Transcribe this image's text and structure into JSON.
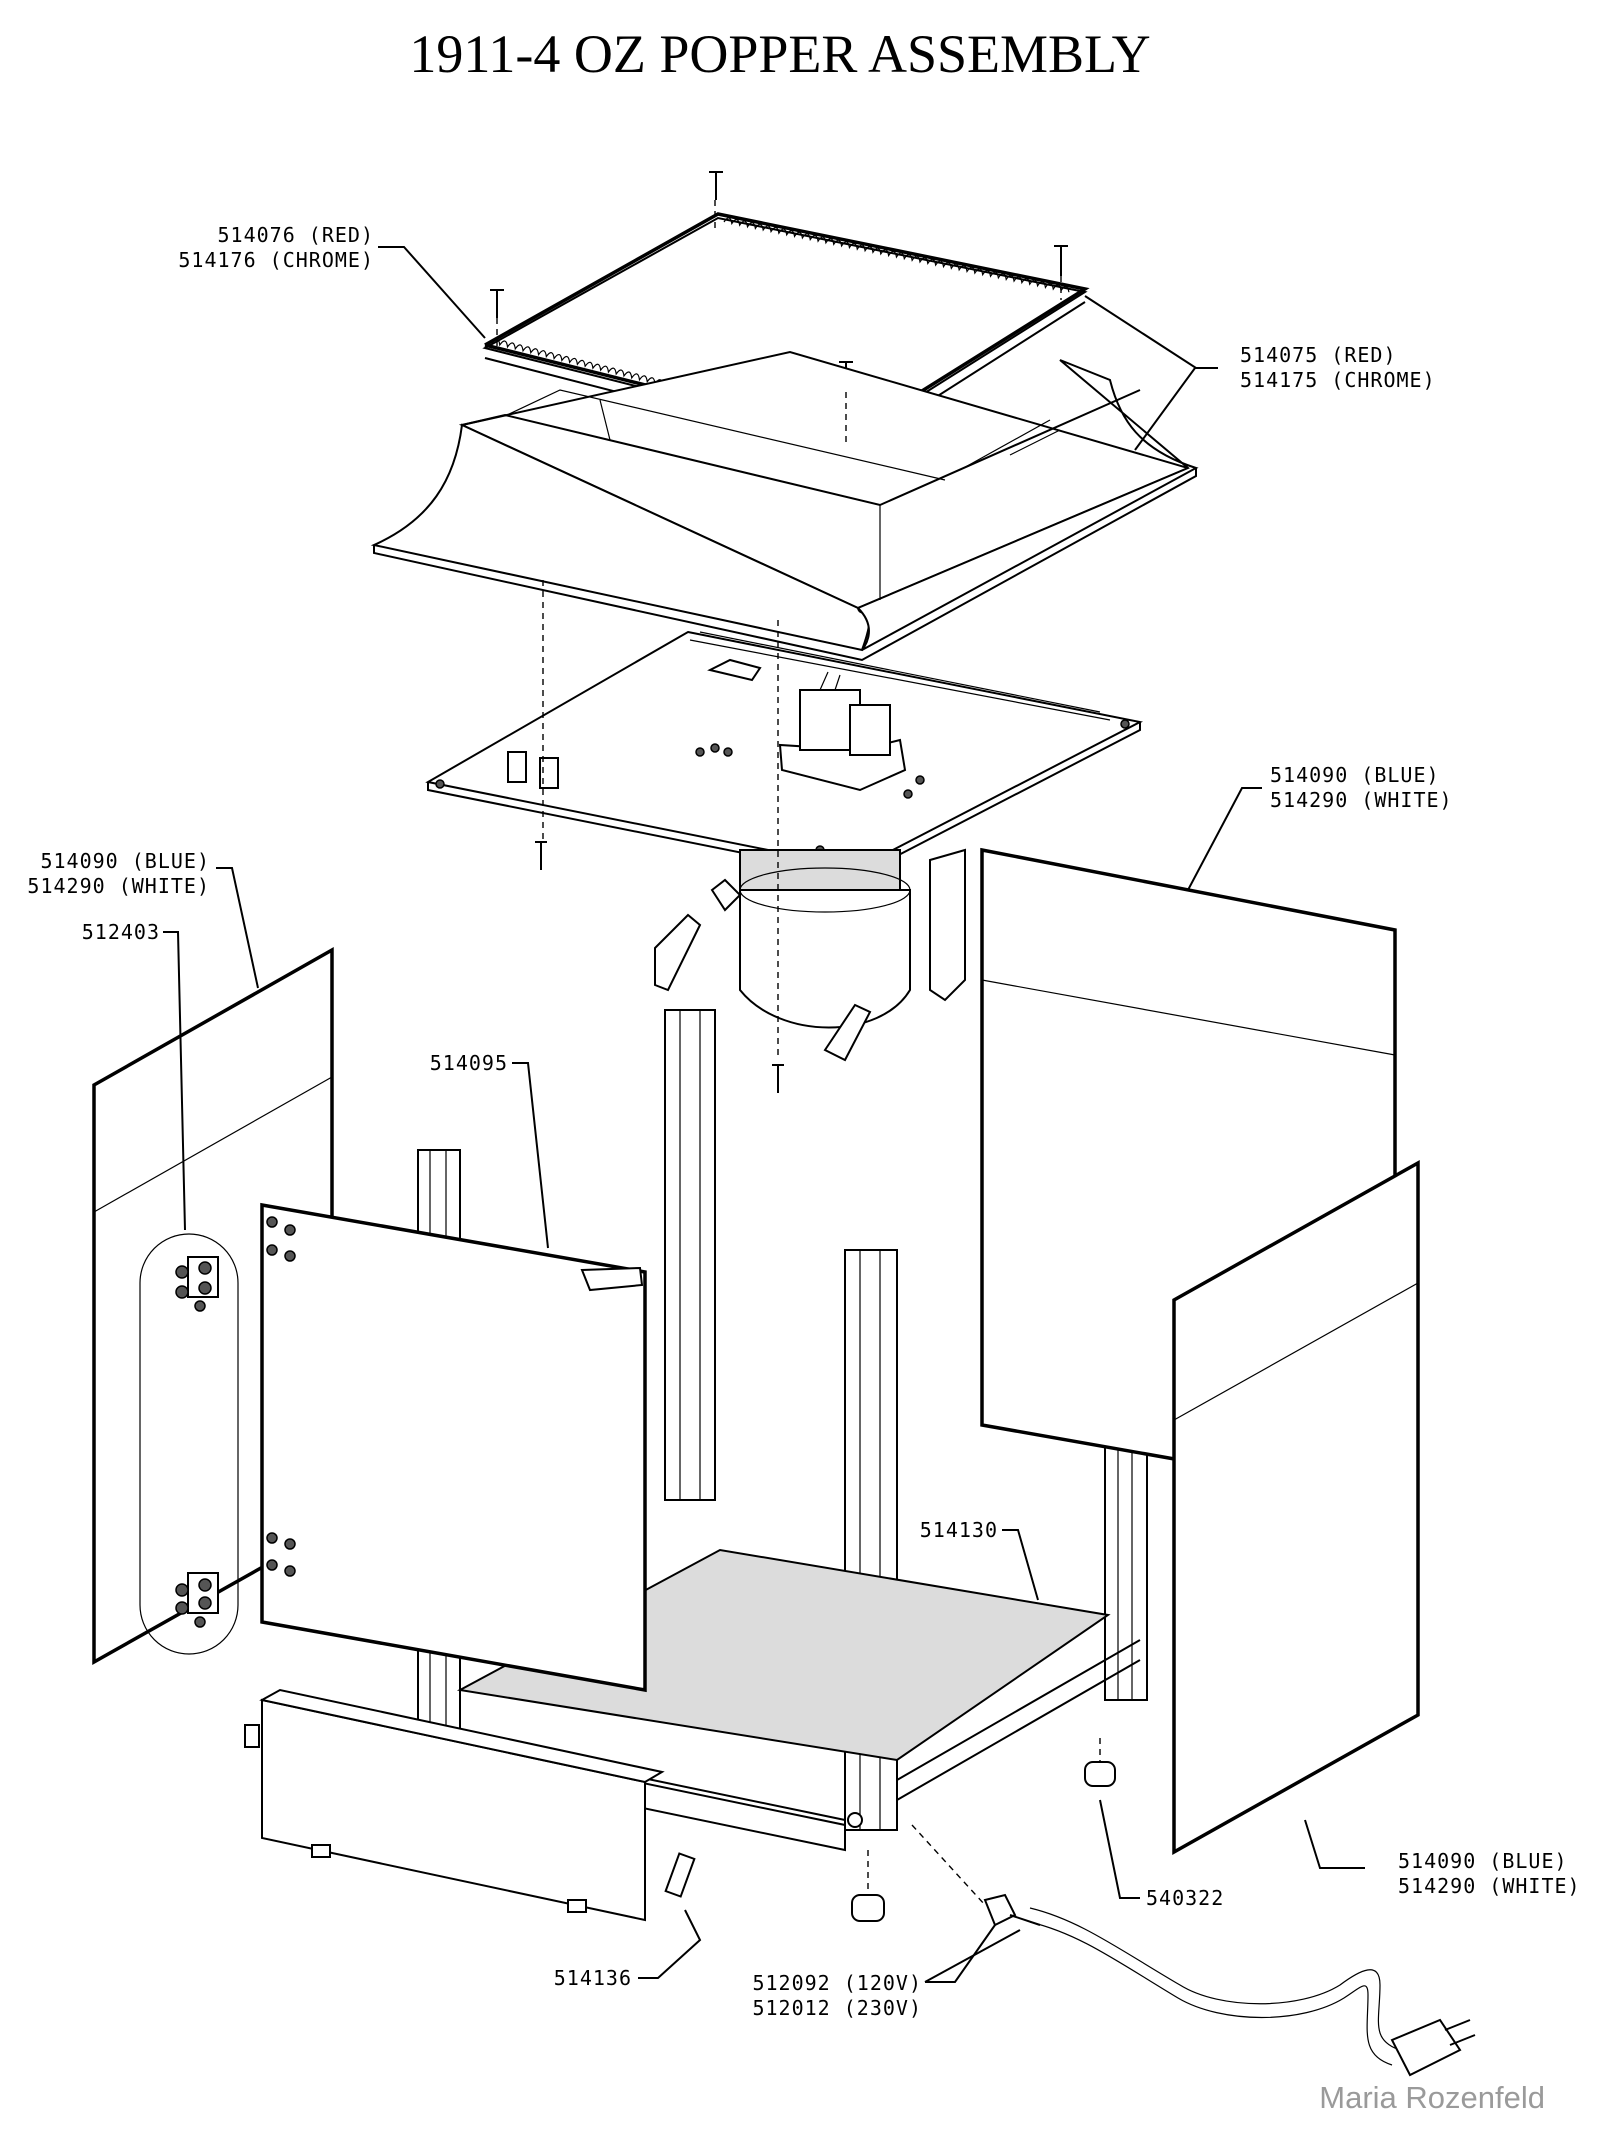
{
  "title": "1911-4 OZ POPPER ASSEMBLY",
  "labels": {
    "dome_trim": [
      "514076 (RED)",
      "514176 (CHROME)"
    ],
    "dome": [
      "514075 (RED)",
      "514175 (CHROME)"
    ],
    "right_back_panel": [
      "514090 (BLUE)",
      "514290 (WHITE)"
    ],
    "left_panel": [
      "514090 (BLUE)",
      "514290 (WHITE)"
    ],
    "hinge": "512403",
    "door": "514095",
    "deck": "514130",
    "front_right_panel": [
      "514090 (BLUE)",
      "514290 (WHITE)"
    ],
    "foot": "540322",
    "base_drawer": "514136",
    "power_cord": [
      "512092 (120V)",
      "512012 (230V)"
    ]
  },
  "watermark": "Maria Rozenfeld"
}
